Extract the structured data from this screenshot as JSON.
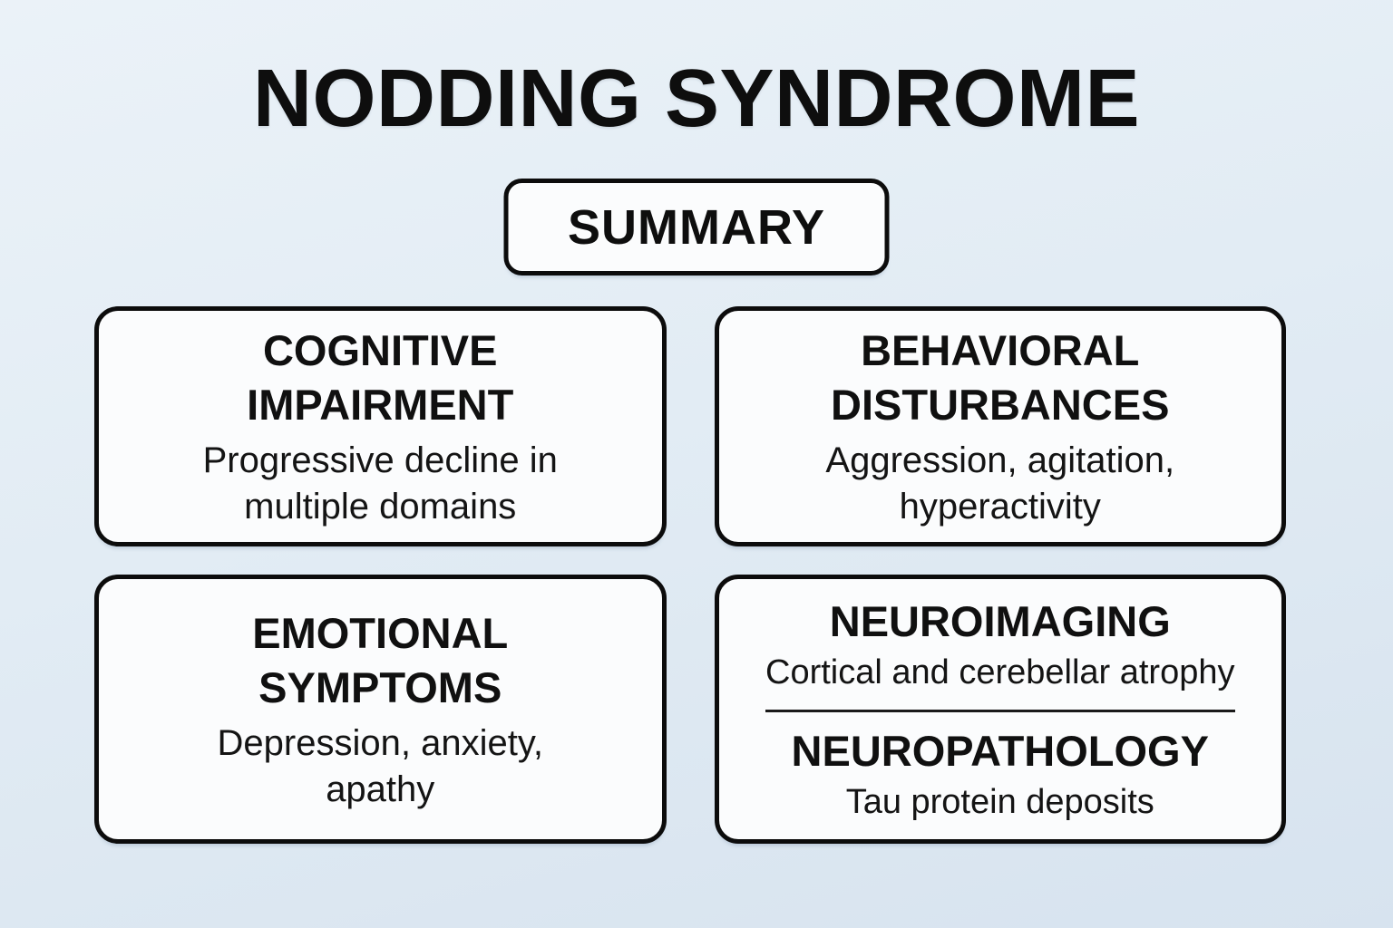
{
  "page": {
    "title": "NODDING SYNDROME",
    "summary_label": "SUMMARY"
  },
  "colors": {
    "background_top": "#ebf2f8",
    "background_bottom": "#d7e3ef",
    "card_background": "#fbfcfd",
    "card_border": "#0c0c0c",
    "text": "#111111"
  },
  "cards": [
    {
      "id": "cognitive-impairment",
      "sections": [
        {
          "heading": "COGNITIVE\nIMPAIRMENT",
          "body": "Progressive decline in\nmultiple domains"
        }
      ]
    },
    {
      "id": "behavioral-disturbances",
      "sections": [
        {
          "heading": "BEHAVIORAL\nDISTURBANCES",
          "body": "Aggression, agitation,\nhyperactivity"
        }
      ]
    },
    {
      "id": "emotional-symptoms",
      "sections": [
        {
          "heading": "EMOTIONAL\nSYMPTOMS",
          "body": "Depression, anxiety,\napathy"
        }
      ]
    },
    {
      "id": "neuroimaging-neuropathology",
      "sections": [
        {
          "heading": "NEUROIMAGING",
          "body": "Cortical and cerebellar atrophy"
        },
        {
          "heading": "NEUROPATHOLOGY",
          "body": "Tau protein deposits"
        }
      ]
    }
  ]
}
